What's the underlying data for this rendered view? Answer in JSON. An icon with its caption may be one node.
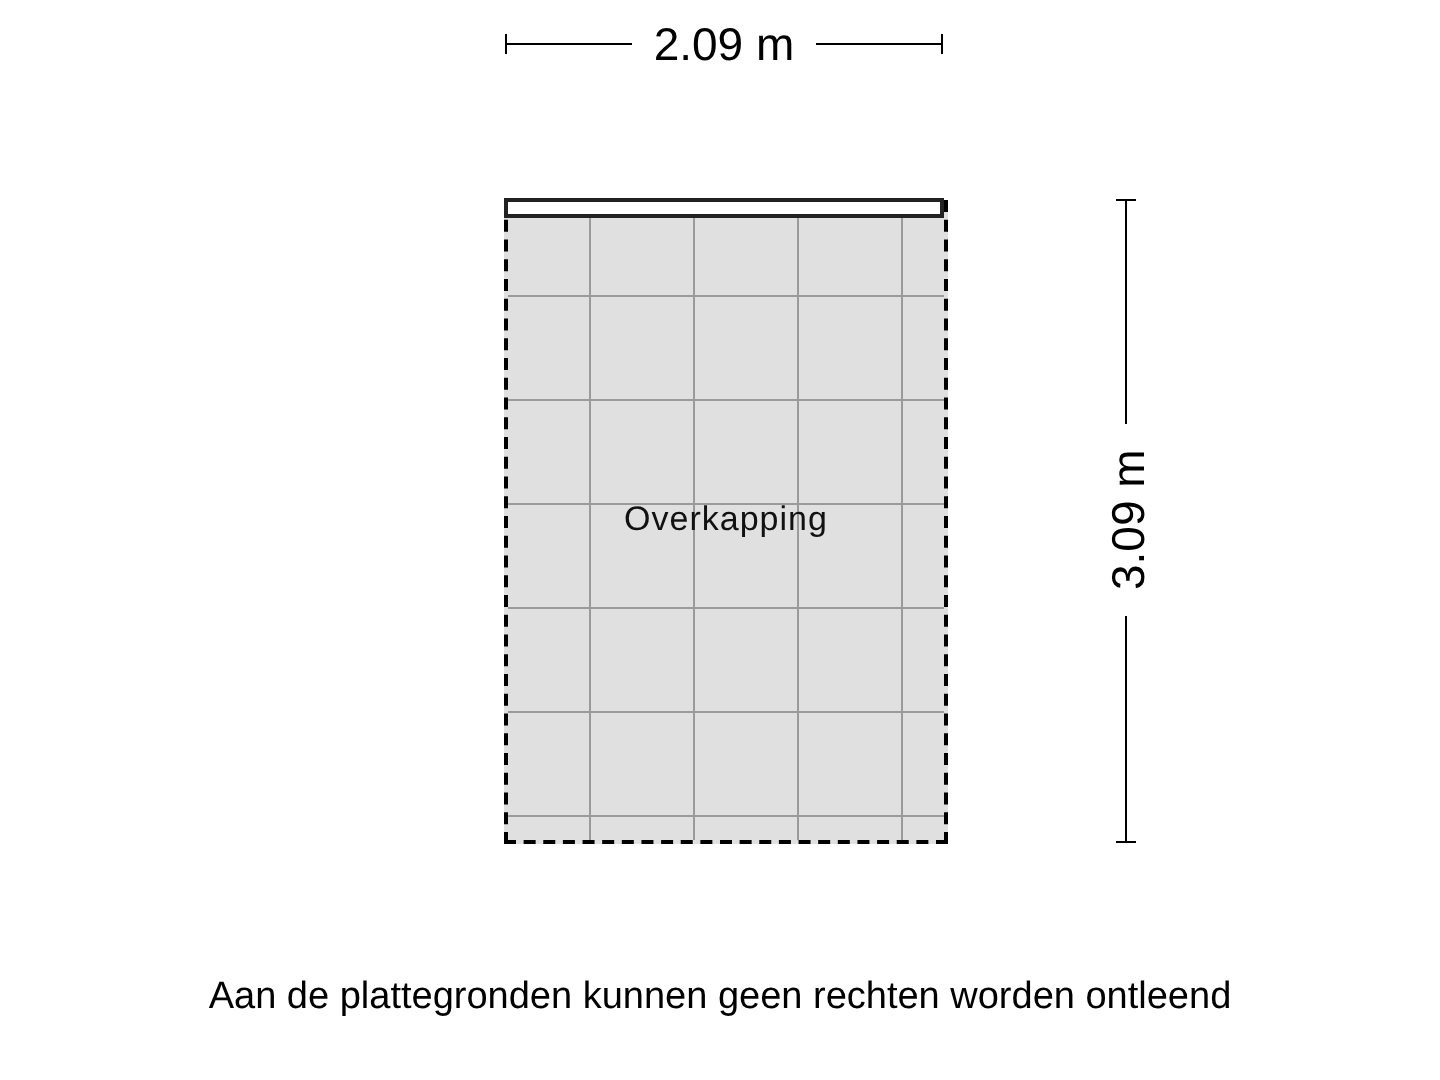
{
  "diagram": {
    "nodes": [
      {
        "text": [
          "Overkapping"
        ]
      }
    ],
    "labels": [
      "2.09 m",
      "3.09 m",
      "Aan de plattegronden kunnen geen rechten worden ontleend"
    ]
  }
}
